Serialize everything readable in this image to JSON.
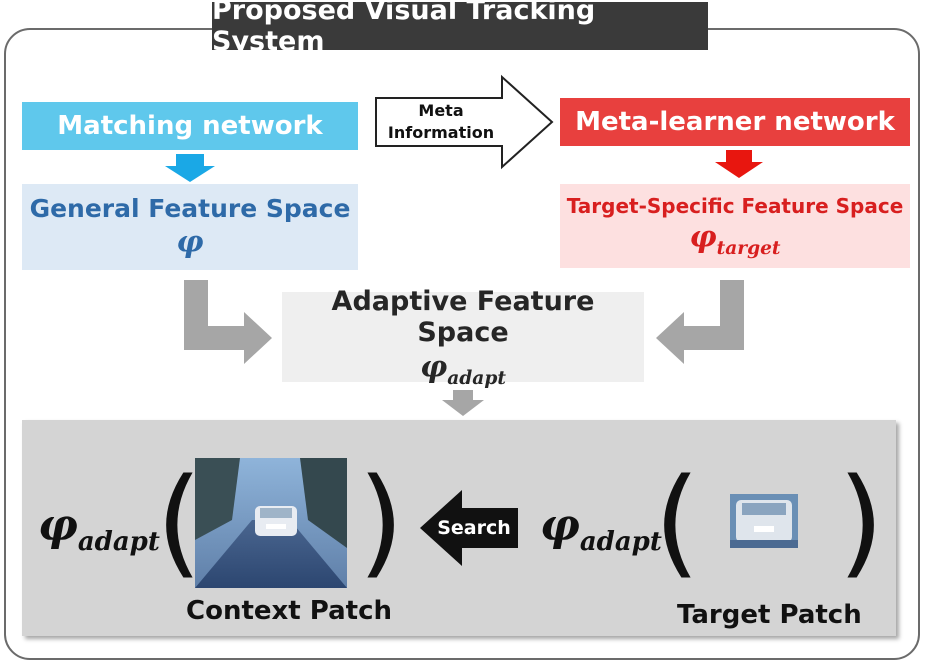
{
  "title": "Proposed Visual Tracking System",
  "matching_network": "Matching network",
  "meta_learner_network": "Meta-learner network",
  "meta_information": {
    "line1": "Meta",
    "line2": "Information"
  },
  "general_feature_space": {
    "label": "General Feature Space",
    "symbol": "φ"
  },
  "target_specific_feature_space": {
    "label": "Target-Specific Feature Space",
    "symbol": "φ",
    "subscript": "target"
  },
  "adaptive_feature_space": {
    "label": "Adaptive Feature Space",
    "symbol": "φ",
    "subscript": "adapt"
  },
  "bottom": {
    "phi": "φ",
    "phi_sub": "adapt",
    "search_label": "Search",
    "context_patch_label": "Context Patch",
    "target_patch_label": "Target Patch"
  },
  "colors": {
    "matching": "#5fc8ec",
    "meta_learner": "#e8403e",
    "general_bg": "#dde9f5",
    "target_bg": "#fde0e0",
    "adaptive_bg": "#efefef",
    "gray_arrow": "#a6a6a6"
  }
}
